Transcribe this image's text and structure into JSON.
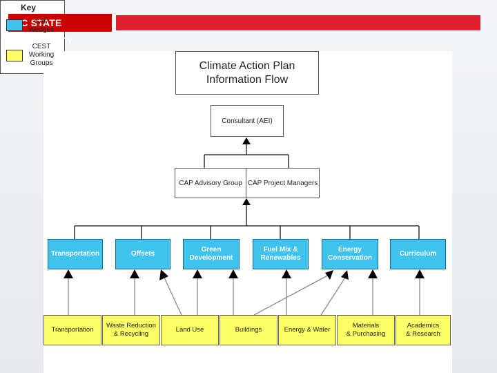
{
  "header": {
    "logo_bold": "NC STATE",
    "logo_light": "UNIVERSITY"
  },
  "diagram": {
    "title_line1": "Climate Action Plan",
    "title_line2": "Information Flow",
    "consultant": "Consultant (AEI)",
    "advisory_group": "CAP Advisory Group",
    "project_managers": "CAP Project Managers",
    "key": {
      "title": "Key",
      "items": [
        {
          "label_line1": "CAP",
          "label_line2": "Wedges",
          "color": "#3ec3ee"
        },
        {
          "label_line1": "CEST",
          "label_line2": "Working",
          "label_line3": "Groups",
          "color": "#ffff66"
        }
      ]
    },
    "wedges": [
      {
        "line1": "Transportation"
      },
      {
        "line1": "Offsets"
      },
      {
        "line1": "Green",
        "line2": "Development"
      },
      {
        "line1": "Fuel Mix &",
        "line2": "Renewables"
      },
      {
        "line1": "Energy",
        "line2": "Conservation"
      },
      {
        "line1": "Curriculum"
      }
    ],
    "working_groups": [
      {
        "line1": "Transportation"
      },
      {
        "line1": "Waste Reduction",
        "line2": "& Recycling"
      },
      {
        "line1": "Land Use"
      },
      {
        "line1": "Buildings"
      },
      {
        "line1": "Energy & Water"
      },
      {
        "line1": "Materials",
        "line2": "& Purchasing"
      },
      {
        "line1": "Academics",
        "line2": "& Research"
      }
    ]
  }
}
